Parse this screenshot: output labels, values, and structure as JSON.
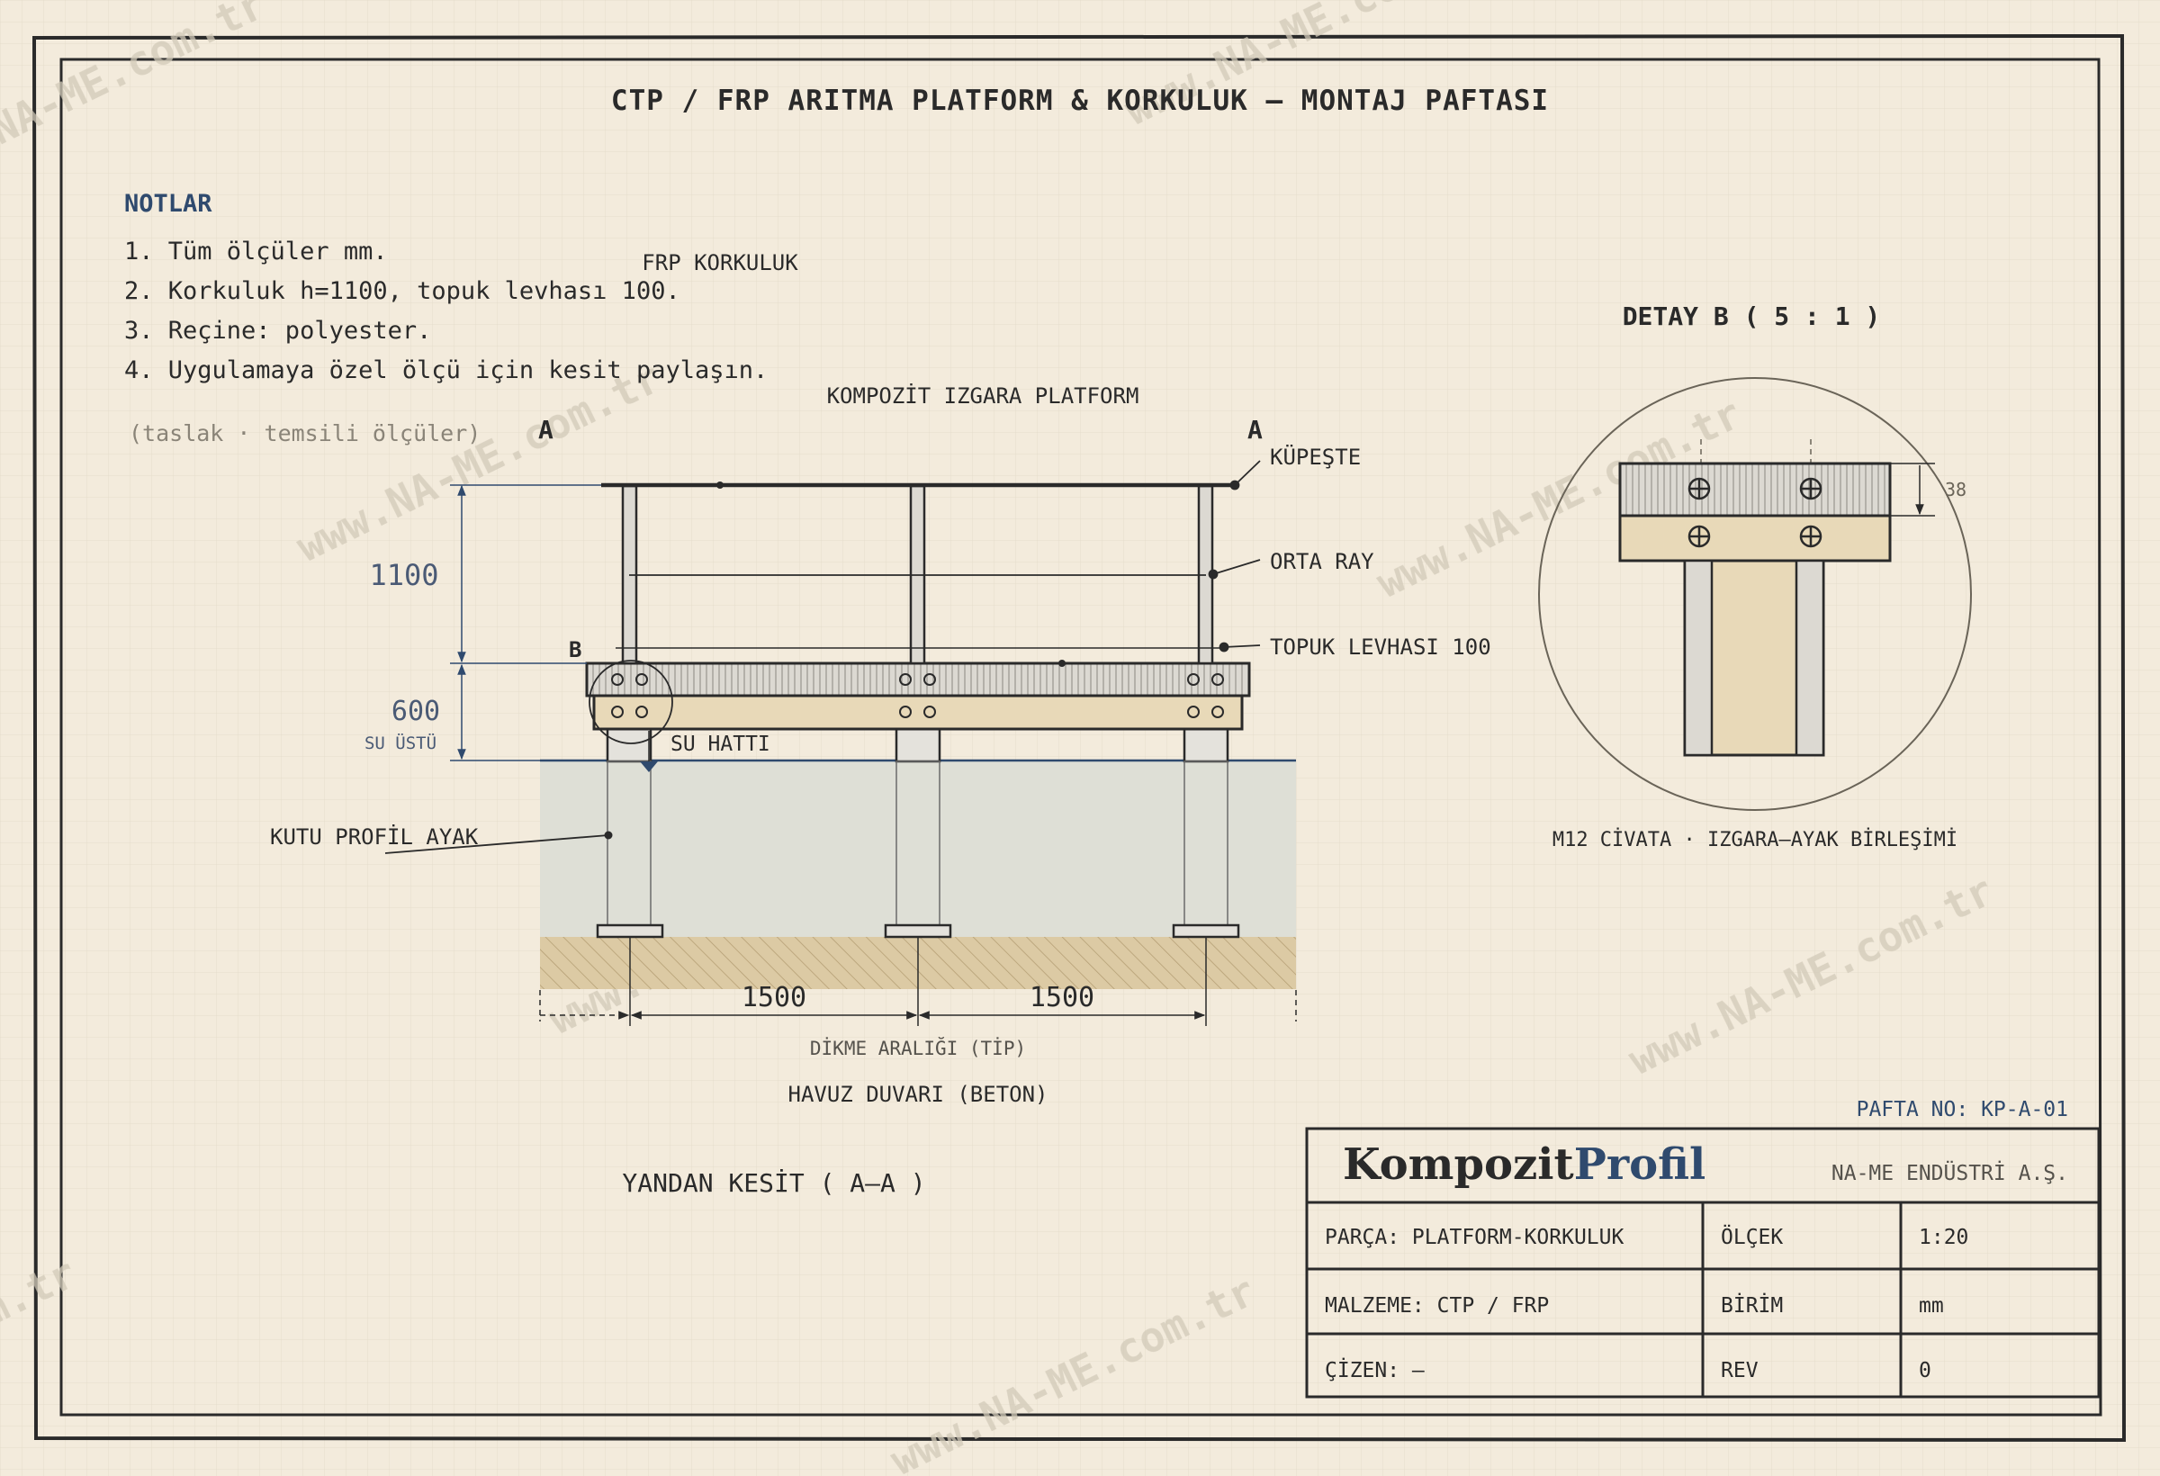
{
  "title": "CTP / FRP ARITMA PLATFORM & KORKULUK — MONTAJ PAFTASI",
  "notes": {
    "heading": "NOTLAR",
    "items": [
      "1. Tüm ölçüler mm.",
      "2. Korkuluk h=1100, topuk levhası 100.",
      "3. Reçine: polyester.",
      "4. Uygulamaya özel ölçü için kesit paylaşın."
    ],
    "draft_note": "(taslak · temsili ölçüler)"
  },
  "side_section": {
    "label_frp_korkuluk": "FRP KORKULUK",
    "label_platform": "KOMPOZİT IZGARA PLATFORM",
    "section_mark_left": "A",
    "section_mark_right": "A",
    "label_kupeste": "KÜPEŞTE",
    "label_orta_ray": "ORTA RAY",
    "label_topuk": "TOPUK LEVHASI 100",
    "detail_mark": "B",
    "dim_height": "1100",
    "dim_water": "600",
    "dim_water_sub": "SU ÜSTÜ",
    "label_water_line": "SU HATTI",
    "label_leg": "KUTU PROFİL AYAK",
    "dim_span_1": "1500",
    "dim_span_2": "1500",
    "label_spacing": "DİKME ARALIĞI (TİP)",
    "label_wall": "HAVUZ DUVARI (BETON)",
    "caption": "YANDAN KESİT ( A–A )"
  },
  "detail": {
    "title": "DETAY B ( 5 : 1 )",
    "dim_38": "38",
    "caption": "M12 CİVATA · IZGARA–AYAK BİRLEŞİMİ"
  },
  "title_block": {
    "sheet_no": "PAFTA NO: KP-A-01",
    "logo_part1": "Kompozit",
    "logo_part2": "Profil",
    "company": "NA-ME ENDÜSTRİ A.Ş.",
    "rows": [
      {
        "label": "PARÇA: PLATFORM-KORKULUK",
        "key": "ÖLÇEK",
        "value": "1:20"
      },
      {
        "label": "MALZEME: CTP / FRP",
        "key": "BİRİM",
        "value": "mm"
      },
      {
        "label": "ÇİZEN: —",
        "key": "REV",
        "value": "0"
      }
    ]
  },
  "watermark": "www.NA-ME.com.tr",
  "colors": {
    "paper": "#f3ebdc",
    "ink": "#2a2a2a",
    "accent": "#2f4a6e",
    "grating": "#d9d6cf",
    "frp_tan": "#e8d9b8",
    "water": "#dedfd6",
    "sand": "#d9c7a3"
  }
}
